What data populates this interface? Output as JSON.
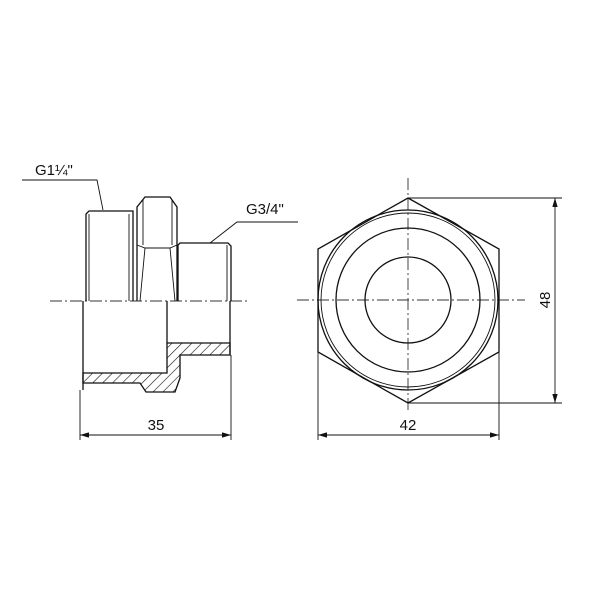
{
  "labels": {
    "thread_large": "G1¼\"",
    "thread_small": "G3/4\"",
    "length": "35",
    "across_flats": "42",
    "across_corners": "48"
  },
  "colors": {
    "line": "#111111",
    "background": "#ffffff"
  }
}
